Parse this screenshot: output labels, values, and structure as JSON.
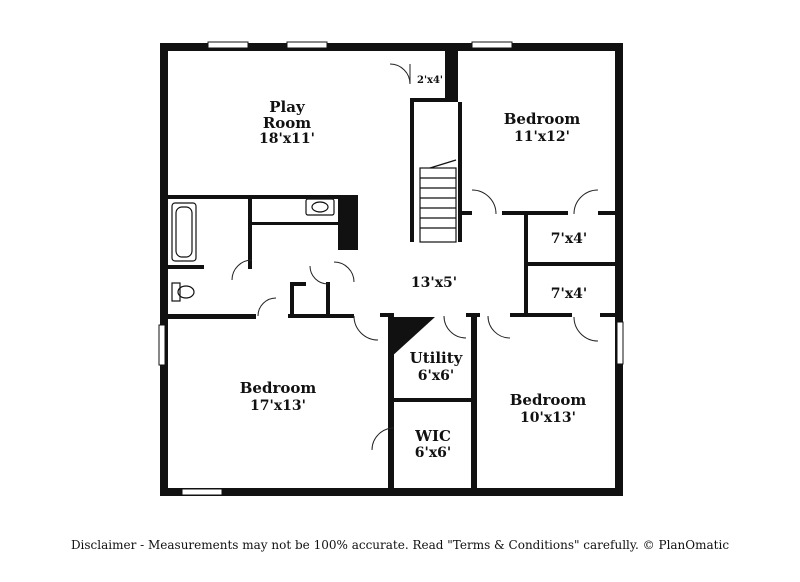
{
  "rooms": {
    "play_room": {
      "name_line1": "Play",
      "name_line2": "Room",
      "dims": "18'x11'"
    },
    "closet_small": {
      "dims": "2'x4'"
    },
    "bedroom_ne": {
      "name": "Bedroom",
      "dims": "11'x12'"
    },
    "closet_upper": {
      "dims": "7'x4'"
    },
    "closet_lower": {
      "dims": "7'x4'"
    },
    "hall": {
      "dims": "13'x5'"
    },
    "utility": {
      "name": "Utility",
      "dims": "6'x6'"
    },
    "bedroom_sw": {
      "name": "Bedroom",
      "dims": "17'x13'"
    },
    "bedroom_se": {
      "name": "Bedroom",
      "dims": "10'x13'"
    },
    "wic": {
      "name": "WIC",
      "dims": "6'x6'"
    }
  },
  "disclaimer": "Disclaimer - Measurements may not be 100% accurate. Read \"Terms & Conditions\" carefully. © PlanOmatic"
}
